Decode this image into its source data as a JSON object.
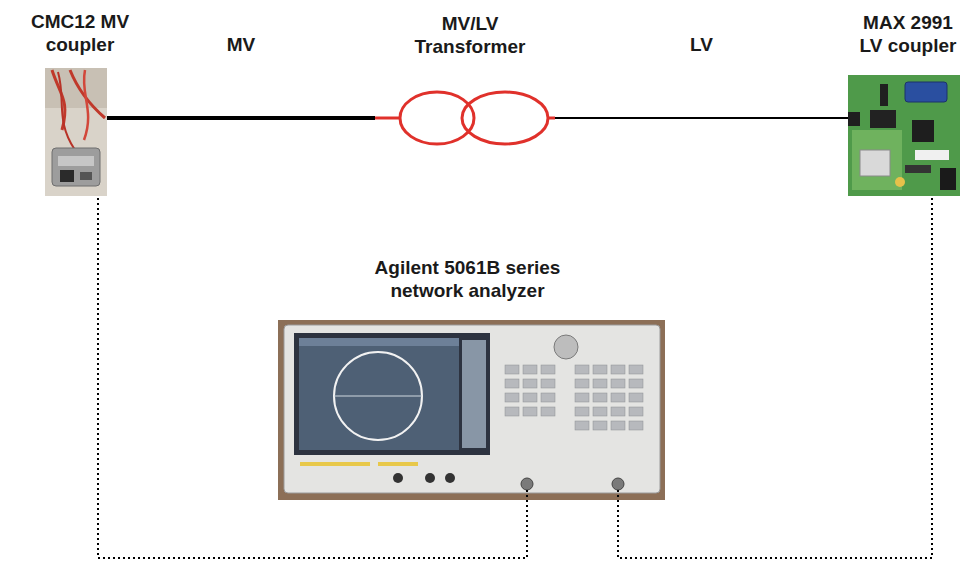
{
  "diagram": {
    "nodes": [
      {
        "text": [
          "CMC12 MV coupler"
        ]
      },
      {
        "text": [
          "MV/LV Transformer"
        ]
      },
      {
        "text": [
          "MAX 2991 LV coupler"
        ]
      },
      {
        "text": [
          "Agilent 5061B series network analyzer"
        ]
      }
    ],
    "edges": [
      {
        "from": 0,
        "to": 1,
        "arrow": "none",
        "label": "MV"
      },
      {
        "from": 1,
        "to": 2,
        "arrow": "none",
        "label": "LV"
      },
      {
        "from": 3,
        "to": 0,
        "arrow": "none"
      },
      {
        "from": 3,
        "to": 2,
        "arrow": "none"
      }
    ]
  }
}
